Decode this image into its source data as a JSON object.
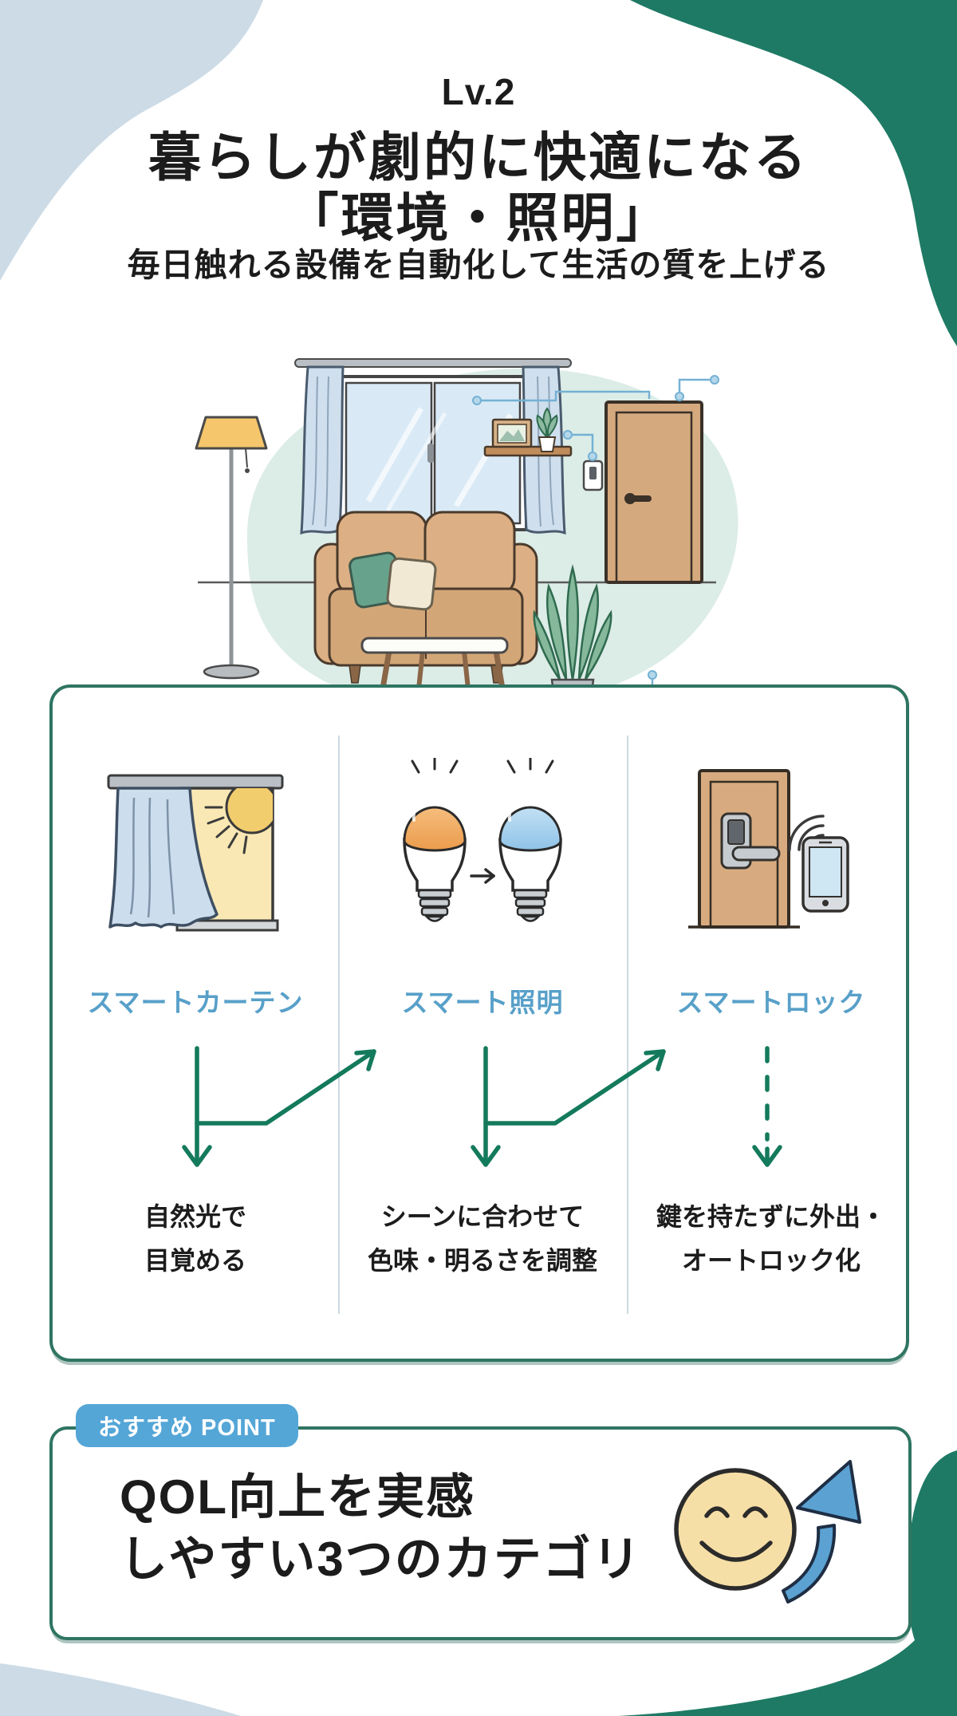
{
  "header": {
    "level": "Lv.2",
    "title_line1": "暮らしが劇的に快適になる",
    "title_line2": "「環境・照明」",
    "subtitle": "毎日触れる設備を自動化して生活の質を上げる"
  },
  "categories": [
    {
      "label": "スマートカーテン",
      "icon": "smart-curtain-icon",
      "desc_line1": "自然光で",
      "desc_line2": "目覚める"
    },
    {
      "label": "スマート照明",
      "icon": "smart-bulbs-icon",
      "desc_line1": "シーンに合わせて",
      "desc_line2": "色味・明るさを調整"
    },
    {
      "label": "スマートロック",
      "icon": "smart-lock-icon",
      "desc_line1": "鍵を持たずに外出・",
      "desc_line2": "オートロック化"
    }
  ],
  "point": {
    "badge_label": "おすすめ POINT",
    "line1": "QOL向上を実感",
    "line2": "しやすい3つのカテゴリ"
  },
  "colors": {
    "brand_green": "#1e7a64",
    "box_border_green": "#2f7562",
    "arrow_green": "#147a5c",
    "label_blue": "#58a0c9",
    "badge_blue": "#54a6d7",
    "blob_light_blue": "#ccdbe6",
    "mint_blob": "#dcece7"
  }
}
